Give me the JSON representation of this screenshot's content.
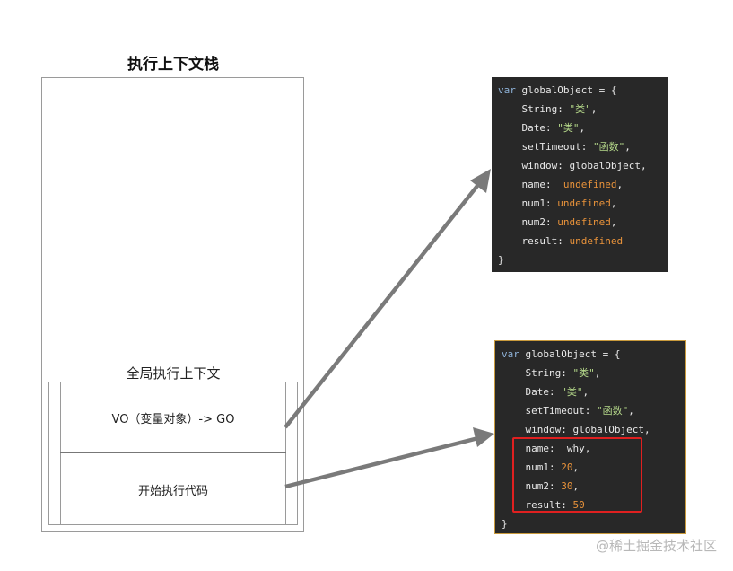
{
  "stack": {
    "title": "执行上下文栈",
    "context_label": "全局执行上下文",
    "vo_text": "VO（变量对象）-> GO",
    "exec_text": "开始执行代码"
  },
  "code_before": {
    "lines": [
      {
        "parts": [
          {
            "t": "var",
            "c": "kw"
          },
          {
            "t": " globalObject = {",
            "c": ""
          }
        ]
      },
      {
        "parts": [
          {
            "t": "    String: ",
            "c": ""
          },
          {
            "t": "\"类\"",
            "c": "str"
          },
          {
            "t": ",",
            "c": ""
          }
        ]
      },
      {
        "parts": [
          {
            "t": "    Date: ",
            "c": ""
          },
          {
            "t": "\"类\"",
            "c": "str"
          },
          {
            "t": ",",
            "c": ""
          }
        ]
      },
      {
        "parts": [
          {
            "t": "    setTimeout: ",
            "c": ""
          },
          {
            "t": "\"函数\"",
            "c": "str"
          },
          {
            "t": ",",
            "c": ""
          }
        ]
      },
      {
        "parts": [
          {
            "t": "    window: globalObject,",
            "c": ""
          }
        ]
      },
      {
        "parts": [
          {
            "t": "    name:  ",
            "c": ""
          },
          {
            "t": "undefined",
            "c": "undef"
          },
          {
            "t": ",",
            "c": ""
          }
        ]
      },
      {
        "parts": [
          {
            "t": "    num1: ",
            "c": ""
          },
          {
            "t": "undefined",
            "c": "undef"
          },
          {
            "t": ",",
            "c": ""
          }
        ]
      },
      {
        "parts": [
          {
            "t": "    num2: ",
            "c": ""
          },
          {
            "t": "undefined",
            "c": "undef"
          },
          {
            "t": ",",
            "c": ""
          }
        ]
      },
      {
        "parts": [
          {
            "t": "    result: ",
            "c": ""
          },
          {
            "t": "undefined",
            "c": "undef"
          }
        ]
      },
      {
        "parts": [
          {
            "t": "}",
            "c": ""
          }
        ]
      }
    ]
  },
  "code_after": {
    "lines": [
      {
        "parts": [
          {
            "t": "var",
            "c": "kw"
          },
          {
            "t": " globalObject = {",
            "c": ""
          }
        ]
      },
      {
        "parts": [
          {
            "t": "    String: ",
            "c": ""
          },
          {
            "t": "\"类\"",
            "c": "str"
          },
          {
            "t": ",",
            "c": ""
          }
        ]
      },
      {
        "parts": [
          {
            "t": "    Date: ",
            "c": ""
          },
          {
            "t": "\"类\"",
            "c": "str"
          },
          {
            "t": ",",
            "c": ""
          }
        ]
      },
      {
        "parts": [
          {
            "t": "    setTimeout: ",
            "c": ""
          },
          {
            "t": "\"函数\"",
            "c": "str"
          },
          {
            "t": ",",
            "c": ""
          }
        ]
      },
      {
        "parts": [
          {
            "t": "    window: globalObject,",
            "c": ""
          }
        ]
      },
      {
        "parts": [
          {
            "t": "    name:  why,",
            "c": ""
          }
        ]
      },
      {
        "parts": [
          {
            "t": "    num1: ",
            "c": ""
          },
          {
            "t": "20",
            "c": "num"
          },
          {
            "t": ",",
            "c": ""
          }
        ]
      },
      {
        "parts": [
          {
            "t": "    num2: ",
            "c": ""
          },
          {
            "t": "30",
            "c": "num"
          },
          {
            "t": ",",
            "c": ""
          }
        ]
      },
      {
        "parts": [
          {
            "t": "    result: ",
            "c": ""
          },
          {
            "t": "50",
            "c": "num"
          }
        ]
      },
      {
        "parts": [
          {
            "t": "}",
            "c": ""
          }
        ]
      }
    ]
  },
  "watermark": "@稀土掘金技术社区",
  "colors": {
    "code_bg": "#282828",
    "highlight_border": "#e02020",
    "arrow": "#7a7a7a"
  }
}
